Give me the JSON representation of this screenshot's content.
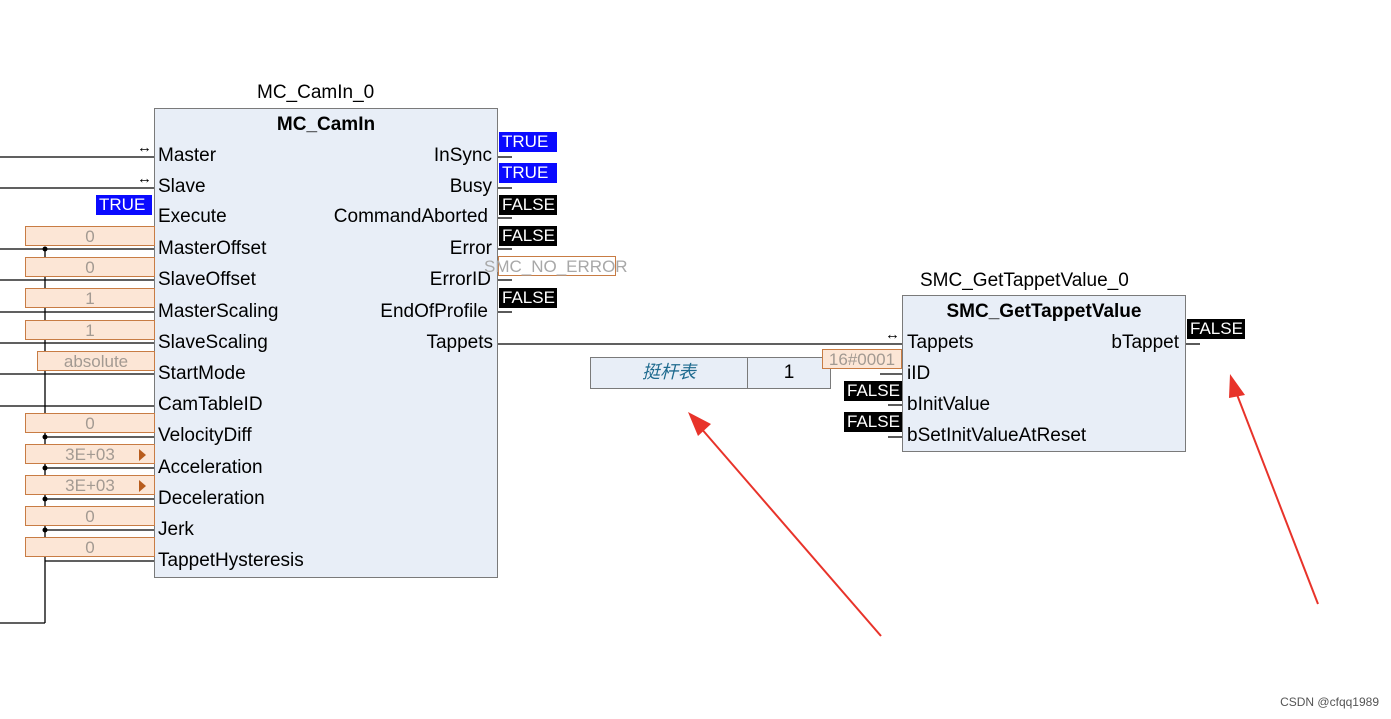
{
  "fb1": {
    "instance": "MC_CamIn_0",
    "type": "MC_CamIn",
    "inputs": [
      "Master",
      "Slave",
      "Execute",
      "MasterOffset",
      "SlaveOffset",
      "MasterScaling",
      "SlaveScaling",
      "StartMode",
      "CamTableID",
      "VelocityDiff",
      "Acceleration",
      "Deceleration",
      "Jerk",
      "TappetHysteresis"
    ],
    "outputs": [
      "InSync",
      "Busy",
      "CommandAborted",
      "Error",
      "ErrorID",
      "EndOfProfile",
      "Tappets"
    ],
    "output_values": [
      "TRUE",
      "TRUE",
      "FALSE",
      "FALSE",
      "SMC_NO_ERROR",
      "FALSE"
    ],
    "input_values": {
      "execute": "TRUE",
      "master_offset": "0",
      "slave_offset": "0",
      "master_scaling": "1",
      "slave_scaling": "1",
      "start_mode": "absolute",
      "velocity_diff": "0",
      "acceleration": "3E+03",
      "deceleration": "3E+03",
      "jerk": "0",
      "tappet_hysteresis": "0"
    }
  },
  "fb2": {
    "instance": "SMC_GetTappetValue_0",
    "type": "SMC_GetTappetValue",
    "inputs": [
      "Tappets",
      "iID",
      "bInitValue",
      "bSetInitValueAtReset"
    ],
    "outputs": [
      "bTappet"
    ],
    "output_value": "FALSE",
    "input_values": {
      "iID": "16#0001",
      "bInitValue": "FALSE",
      "bSetInitValueAtReset": "FALSE"
    }
  },
  "tappet_table": {
    "name": "挺杆表",
    "index": "1"
  },
  "inout_symbol": "↔",
  "colors": {
    "block_bg": "#e8eef7",
    "true_bg": "#0a0aff",
    "false_bg": "#000000",
    "const_bg": "#fce6d6",
    "arrow_red": "#e8332a"
  },
  "watermark": "CSDN @cfqq1989"
}
